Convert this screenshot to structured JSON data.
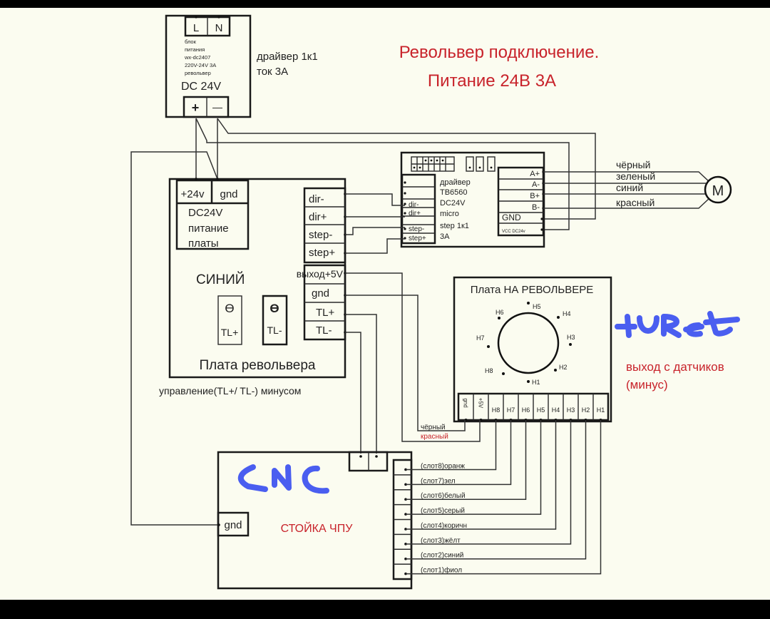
{
  "title": {
    "line1": "Револьвер подключение.",
    "line2": "Питание 24В 3А",
    "color": "#c8232b"
  },
  "psu": {
    "terminals_top": [
      "L",
      "N"
    ],
    "label_lines": [
      "блок",
      "питания",
      "wx-dc2407",
      "220V-24V 3A",
      "револьвер"
    ],
    "output_label": "DC 24V",
    "terminals_bottom": [
      "+",
      "—"
    ],
    "side_note_line1": "драйвер 1к1",
    "side_note_line2": "ток 3А"
  },
  "turret_board": {
    "title": "Плата револьвера",
    "power_terminals": [
      "+24v",
      "gnd"
    ],
    "power_label_lines": [
      "DC24V",
      "питание",
      "платы"
    ],
    "color_label": "СИНИЙ",
    "inputs": [
      "dir-",
      "dir+",
      "step-",
      "step+"
    ],
    "outputs": [
      "выход+5V",
      "gnd",
      "TL+",
      "TL-"
    ],
    "buttons": [
      {
        "symbol": "ϴ",
        "label": "TL+"
      },
      {
        "symbol": "ϴ",
        "label": "TL-"
      }
    ],
    "footnote": "управление(TL+/ TL-)  минусом"
  },
  "driver": {
    "label_lines": [
      "драйвер",
      "TB6560",
      "DC24V",
      "micro",
      "step 1к1",
      "3А"
    ],
    "left_pins": [
      "",
      "",
      "dir-",
      "dir+",
      "step-",
      "step+"
    ],
    "right_pins": [
      "A+",
      "A-",
      "B+",
      "B-",
      "GND",
      "VCC DC24v"
    ]
  },
  "motor": {
    "symbol": "M",
    "wire_colors": [
      "чёрный",
      "зеленый",
      "синий",
      "красный"
    ]
  },
  "sensor_board": {
    "title": "Плата НА РЕВОЛЬВЕРЕ",
    "sensors": [
      "H1",
      "H2",
      "H3",
      "H4",
      "H5",
      "H6",
      "H7",
      "H8"
    ],
    "pins": [
      "gnd",
      "+5V",
      "H8",
      "H7",
      "H6",
      "H5",
      "H4",
      "H3",
      "H2",
      "H1"
    ],
    "handwritten_label": "TURET",
    "output_note_line1": "выход с датчиков",
    "output_note_line2": "(минус)",
    "wire_gnd_label": "чёрный",
    "wire_5v_label": "красный"
  },
  "cnc": {
    "handwritten_label": "CNC",
    "title": "СТОЙКА ЧПУ",
    "gnd_label": "gnd",
    "slots": [
      "(слот8)оранж",
      "(слот7)зел",
      "(слот6)белый",
      "(слот5)серый",
      "(слот4)коричн",
      "(слот3)жёлт",
      "(слот2)синий",
      "(слот1)фиол"
    ]
  }
}
